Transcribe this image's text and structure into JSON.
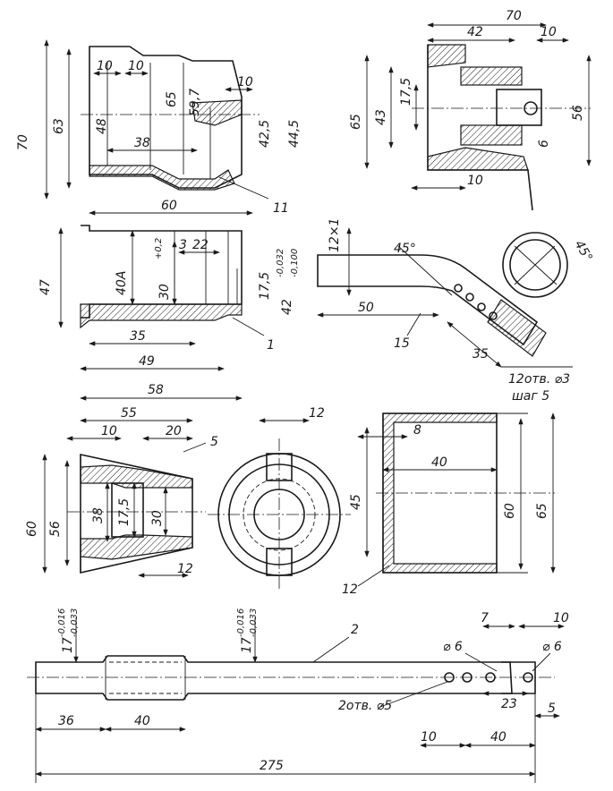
{
  "views": {
    "part11": {
      "dims": [
        "70",
        "63",
        "48",
        "65",
        "59,7",
        "42,5",
        "44,5",
        "10",
        "10",
        "10",
        "38",
        "60"
      ],
      "label": "11"
    },
    "bearing": {
      "dims": [
        "70",
        "42",
        "10",
        "65",
        "43",
        "17,5",
        "56",
        "6",
        "10"
      ]
    },
    "part1": {
      "dims": [
        "47",
        "40A",
        "30",
        "+0,2",
        "3",
        "22",
        "17,5",
        "42",
        "-0,032",
        "-0,100",
        "35",
        "49",
        "58"
      ],
      "label": "1"
    },
    "part15": {
      "dims": [
        "12×1",
        "45°",
        "50",
        "35",
        "45°"
      ],
      "label": "15",
      "holes": "12отв. ⌀3",
      "pitch": "шаг 5"
    },
    "part5": {
      "dims": [
        "55",
        "10",
        "20",
        "60",
        "56",
        "38",
        "17,5",
        "30",
        "12"
      ],
      "label": "5"
    },
    "ringview": {
      "dims": [
        "12"
      ]
    },
    "part12": {
      "dims": [
        "8",
        "40",
        "45",
        "60",
        "65"
      ],
      "label": "12"
    },
    "shaft": {
      "tol_left": "17",
      "tol_left_up": "-0,016",
      "tol_left_dn": "-0,033",
      "tol_mid": "17",
      "tol_mid_up": "-0,016",
      "tol_mid_dn": "-0,033",
      "label": "2",
      "d6a": "⌀ 6",
      "d6b": "⌀ 6",
      "holes": "2отв. ⌀5",
      "dims": [
        "7",
        "10",
        "23",
        "5",
        "36",
        "40",
        "10",
        "40",
        "275"
      ]
    }
  }
}
